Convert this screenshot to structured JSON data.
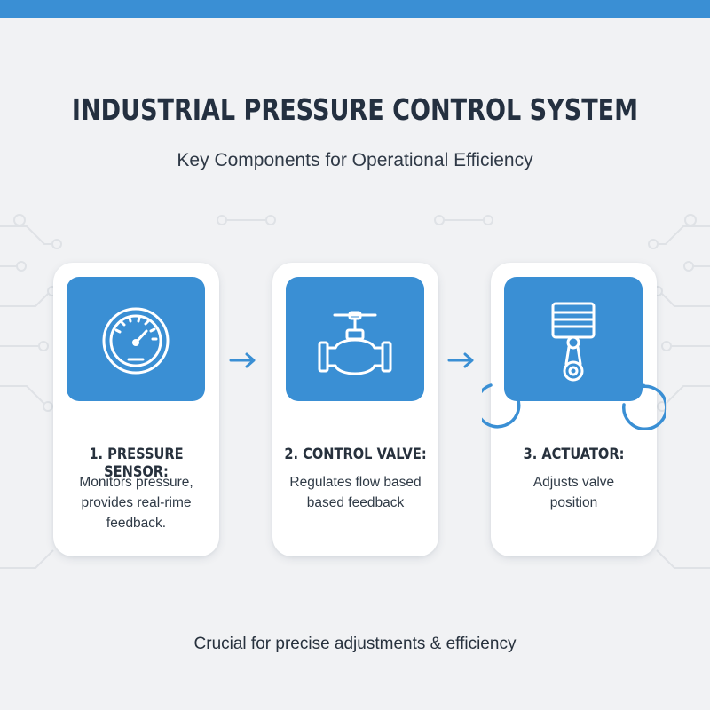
{
  "header": {
    "title": "INDUSTRIAL PRESSURE CONTROL SYSTEM",
    "subtitle": "Key Components for Operational Efficiency"
  },
  "components": [
    {
      "title": "1. PRESSURE SENSOR:",
      "desc_lines": [
        "Monitors pressure,",
        "provides real-rime feedback."
      ],
      "icon": "pressure-gauge-icon"
    },
    {
      "title": "2. CONTROL VALVE:",
      "desc_lines": [
        "Regulates flow based",
        "based feedback"
      ],
      "icon": "valve-icon"
    },
    {
      "title": "3. ACTUATOR:",
      "desc_lines": [
        "Adjusts valve",
        "position"
      ],
      "icon": "piston-actuator-icon"
    }
  ],
  "footer": {
    "text": "Crucial for precise adjustments & efficiency"
  },
  "colors": {
    "accent": "#3a8fd4",
    "background": "#f1f2f4",
    "text": "#27313d"
  }
}
